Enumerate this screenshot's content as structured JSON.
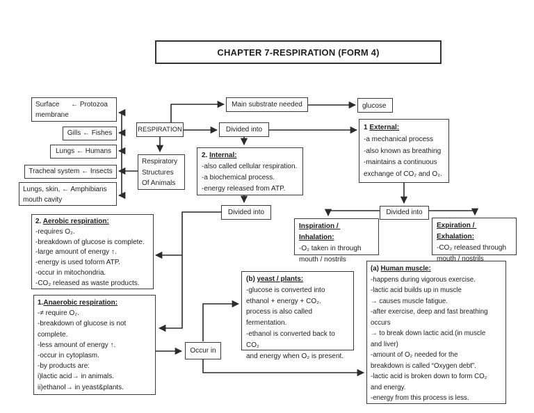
{
  "title": "CHAPTER 7-RESPIRATION (FORM 4)",
  "colors": {
    "ink": "#2b2b2b",
    "background": "#ffffff"
  },
  "nodes": {
    "respiration": {
      "label": "RESPIRATION"
    },
    "main_substrate": {
      "label": "Main substrate needed"
    },
    "glucose": {
      "label": "glucose"
    },
    "divided_into_1": {
      "label": "Divided into"
    },
    "divided_into_2": {
      "label": "Divided into"
    },
    "divided_into_3": {
      "label": "Divided into"
    },
    "occur_in": {
      "label": "Occur in"
    },
    "respiratory_structures": {
      "lines": [
        "Respiratory",
        "Structures",
        "Of Animals"
      ]
    },
    "surface_membrane": {
      "lines": [
        "Surface      ← Protozoa",
        "membrane"
      ]
    },
    "gills": {
      "label": "Gills ← Fishes"
    },
    "lungs": {
      "label": "Lungs ← Humans"
    },
    "tracheal": {
      "label": "Tracheal system ← Insects"
    },
    "lungs_skin": {
      "lines": [
        "Lungs, skin, ← Amphibians",
        "mouth cavity"
      ]
    },
    "external": {
      "prefix": "1 ",
      "heading": "External:",
      "lines": [
        "-a mechanical process",
        "-also known as breathing",
        "-maintains a continuous",
        "exchange of CO₂ and O₂."
      ]
    },
    "internal": {
      "prefix": "2. ",
      "heading": "Internal:",
      "lines": [
        "-also called cellular respiration.",
        "-a biochemical process.",
        "-energy released from ATP."
      ]
    },
    "inspiration": {
      "heading": "Inspiration / Inhalation:",
      "lines": [
        "-O₂ taken in through",
        "mouth / nostrils"
      ]
    },
    "expiration": {
      "heading": "Expiration / Exhalation:",
      "lines": [
        "-CO₂ released through",
        "mouth / nostrils"
      ]
    },
    "aerobic": {
      "prefix": "2. ",
      "heading": "Aerobic respiration:",
      "lines": [
        "-requires O₂.",
        "-breakdown of glucose is complete.",
        "-large amount of energy ↑.",
        "-energy is used toform ATP.",
        "-occur in mitochondria.",
        "-CO₂ released as waste products."
      ]
    },
    "anaerobic": {
      "prefix": "1.",
      "heading": "Anaerobic respiration:",
      "lines": [
        "-≠ require O₂.",
        "-breakdown of glucose is not",
        "complete.",
        "-less amount of energy ↑.",
        "-occur in cytoplasm.",
        "-by products are:",
        "i)lactic acid→ in animals.",
        "ii)ethanol→ in yeast&plants."
      ]
    },
    "yeast_plants": {
      "prefix": "(b) ",
      "heading": "yeast / plants:",
      "lines": [
        "-glucose is converted into",
        "ethanol + energy + CO₂.",
        "process is also called",
        "fermentation.",
        "-ethanol is converted back to CO₂",
        "and energy when O₂ is present."
      ]
    },
    "human_muscle": {
      "prefix": "(a) ",
      "heading": "Human muscle:",
      "lines": [
        "-happens during vigorous exercise.",
        "-lactic acid builds up in muscle",
        "→ causes muscle fatigue.",
        "-after exercise, deep and fast breathing",
        "occurs",
        "→ to break down lactic acid.(in muscle",
        "and liver)",
        "-amount of O₂ needed for the",
        "breakdown is called “Oxygen debt”.",
        "-lactic acid is broken down to form CO₂",
        "and energy.",
        "-energy from this process is less."
      ]
    }
  }
}
